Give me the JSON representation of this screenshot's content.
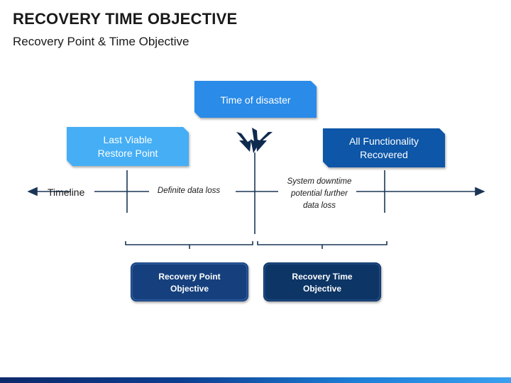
{
  "page": {
    "title": "RECOVERY TIME OBJECTIVE",
    "subtitle": "Recovery Point & Time Objective"
  },
  "diagram": {
    "callouts": {
      "time_of_disaster": "Time of disaster",
      "last_viable_line1": "Last Viable",
      "last_viable_line2": "Restore Point",
      "all_functionality_line1": "All Functionality",
      "all_functionality_line2": "Recovered"
    },
    "timeline_label": "Timeline",
    "definite_data_loss": "Definite data loss",
    "downtime_line1": "System downtime",
    "downtime_line2": "potential further",
    "downtime_line3": "data loss",
    "objectives": {
      "rpo_line1": "Recovery Point",
      "rpo_line2": "Objective",
      "rto_line1": "Recovery Time",
      "rto_line2": "Objective"
    },
    "icon": "lightning-bolts-icon"
  },
  "colors": {
    "light_blue": "#45aef5",
    "medium_blue": "#2b8be8",
    "dark_blue": "#0b56a8",
    "navy": "#123f7d",
    "dark_navy": "#0c3466",
    "line": "#1b3556"
  }
}
